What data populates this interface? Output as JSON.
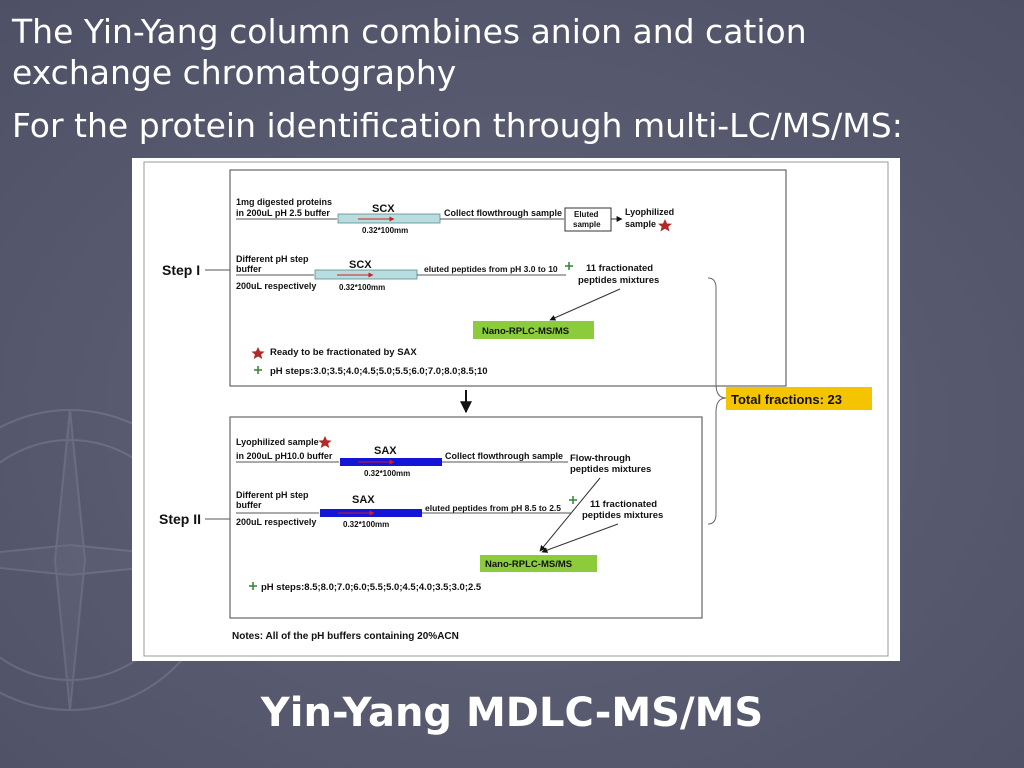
{
  "slide": {
    "title_line1": "The Yin-Yang column combines anion and cation",
    "title_line2": "exchange chromatography",
    "title_line3": "For the protein identification through multi-LC/MS/MS:",
    "footer": "Yin-Yang MDLC-MS/MS"
  },
  "diagram": {
    "step1": {
      "label": "Step I",
      "input_line1": "1mg  digested proteins",
      "input_line2": "in 200uL pH 2.5 buffer",
      "column1_name": "SCX",
      "column1_size": "0.32*100mm",
      "collect_text": "Collect flowthrough sample",
      "eluted_line1": "Eluted",
      "eluted_line2": "sample",
      "lyoph_line1": "Lyophilized",
      "lyoph_line2": "sample",
      "buffer_line1": "Different pH step",
      "buffer_line2": "buffer",
      "buffer_line3": "200uL respectively",
      "column2_name": "SCX",
      "column2_size": "0.32*100mm",
      "eluted_text": "eluted peptides from pH 3.0 to 10",
      "fraction_line1": "11 fractionated",
      "fraction_line2": "peptides mixtures",
      "nano": "Nano-RPLC-MS/MS",
      "legend_star": "Ready to be fractionated by SAX",
      "legend_plus": "pH steps:3.0;3.5;4.0;4.5;5.0;5.5;6.0;7.0;8.0;8.5;10"
    },
    "total": "Total fractions: 23",
    "step2": {
      "label": "Step II",
      "input_line1": "Lyophilized sample",
      "input_line2": "in 200uL pH10.0 buffer",
      "column1_name": "SAX",
      "column1_size": "0.32*100mm",
      "collect_text": "Collect flowthrough sample",
      "flow_line1": "Flow-through",
      "flow_line2": "peptides mixtures",
      "buffer_line1": "Different pH step",
      "buffer_line2": "buffer",
      "buffer_line3": "200uL respectively",
      "column2_name": "SAX",
      "column2_size": "0.32*100mm",
      "eluted_text": "eluted peptides from pH 8.5 to 2.5",
      "fraction_line1": "11 fractionated",
      "fraction_line2": "peptides mixtures",
      "nano": "Nano-RPLC-MS/MS",
      "legend_plus": "pH steps:8.5;8.0;7.0;6.0;5.5;5.0;4.5;4.0;3.5;3.0;2.5"
    },
    "notes": "Notes: All of the pH buffers containing 20%ACN",
    "colors": {
      "scx_column": "#b8dde0",
      "sax_column": "#1515d8",
      "nano_box": "#8ccc3c",
      "total_box": "#f5c400",
      "star": "#b02a2a",
      "plus": "#3a8a3a"
    }
  }
}
